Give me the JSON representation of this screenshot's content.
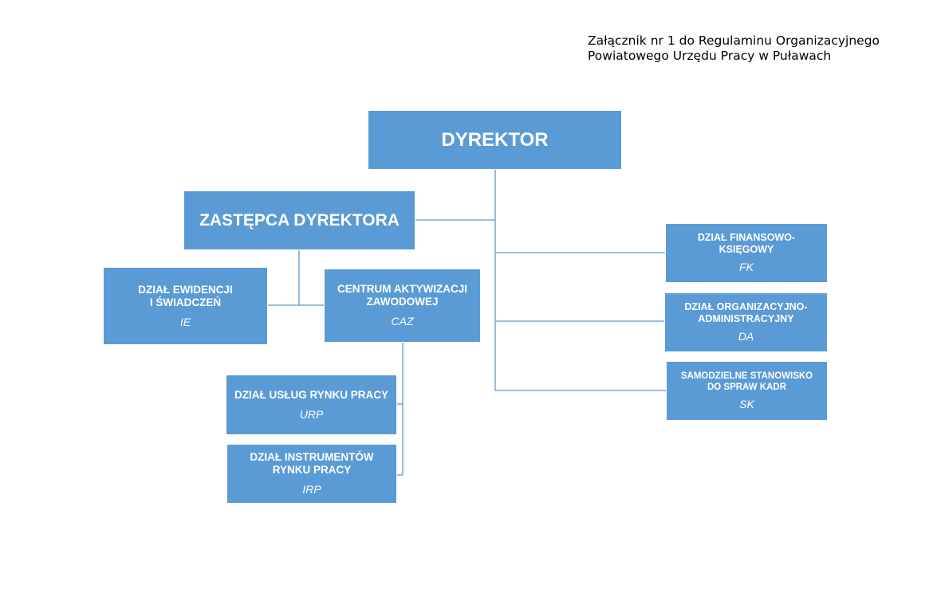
{
  "header": {
    "line1": "Załącznik nr 1 do Regulaminu Organizacyjnego",
    "line2": "Powiatowego Urzędu Pracy w Puławach"
  },
  "colors": {
    "box_fill": "#5b9bd5",
    "box_text": "#ffffff",
    "connector": "#5b9bd5"
  },
  "org": {
    "director": {
      "title": "DYREKTOR"
    },
    "deputy": {
      "title": "ZASTĘPCA DYREKTORA"
    },
    "ie": {
      "line1": "DZIAŁ EWIDENCJI",
      "line2": "I ŚWIADCZEŃ",
      "code": "IE"
    },
    "caz": {
      "line1": "CENTRUM AKTYWIZACJI",
      "line2": "ZAWODOWEJ",
      "code": "CAZ"
    },
    "urp": {
      "line1": "DZIAŁ USŁUG RYNKU PRACY",
      "code": "URP"
    },
    "irp": {
      "line1": "DZIAŁ INSTRUMENTÓW",
      "line2": "RYNKU PRACY",
      "code": "IRP"
    },
    "fk": {
      "line1": "DZIAŁ FINANSOWO-",
      "line2": "KSIĘGOWY",
      "code": "FK"
    },
    "da": {
      "line1": "DZIAŁ ORGANIZACYJNO-",
      "line2": "ADMINISTRACYJNY",
      "code": "DA"
    },
    "sk": {
      "line1": "SAMODZIELNE STANOWISKO",
      "line2": "DO SPRAW KADR",
      "code": "SK"
    }
  }
}
